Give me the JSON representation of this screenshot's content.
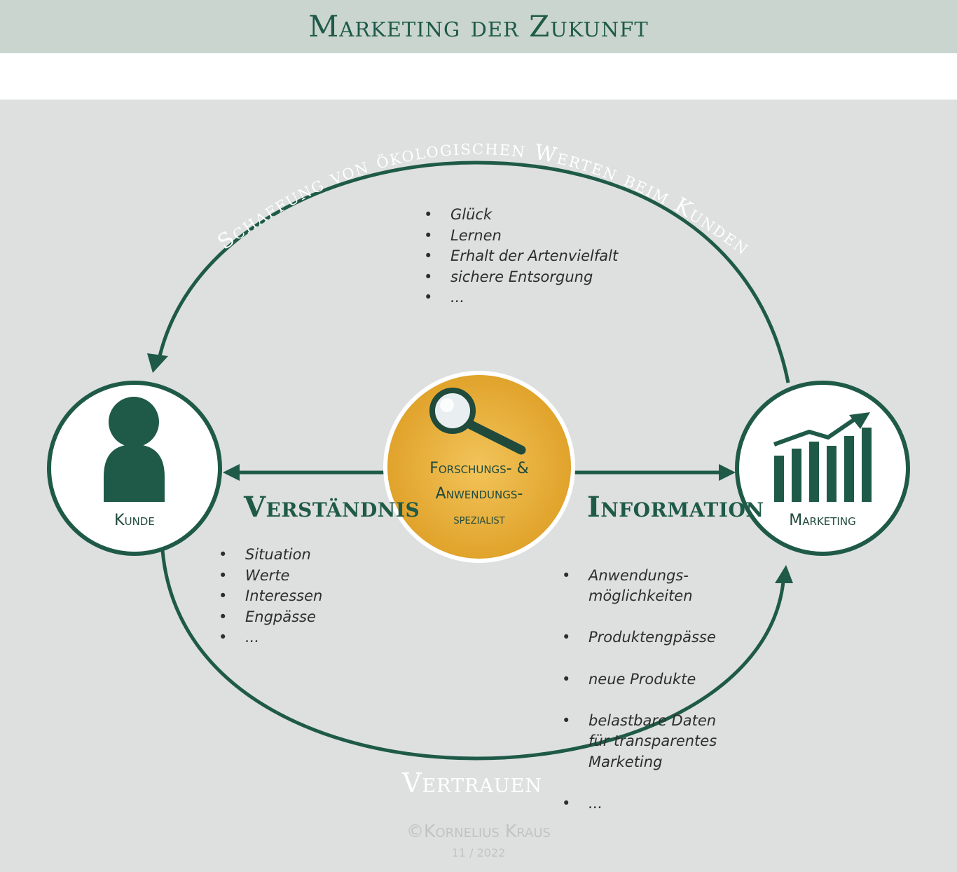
{
  "header": {
    "title": "Marketing der Zukunft"
  },
  "cycle": {
    "top_arc_label": "Schaffung von ökologischen Werten beim Kunden",
    "bottom_arc_label": "Vertrauen"
  },
  "values_list": [
    "Glück",
    "Lernen",
    "Erhalt der Artenvielfalt",
    "sichere Entsorgung",
    "..."
  ],
  "customer": {
    "label": "Kunde",
    "icon": "person-icon"
  },
  "specialist": {
    "line1": "Forschungs- &",
    "line2": "Anwendungs-",
    "line3": "spezialist",
    "icon": "magnifier-icon"
  },
  "marketing": {
    "label": "Marketing",
    "icon": "growth-chart-icon"
  },
  "understanding": {
    "heading": "Verständnis",
    "items": [
      "Situation",
      "Werte",
      "Interessen",
      "Engpässe",
      "..."
    ]
  },
  "information": {
    "heading": "Information",
    "items": [
      "Anwendungs-\nmöglichkeiten",
      "Produktengpässe",
      "neue Produkte",
      "belastbare Daten\nfür transparentes\nMarketing",
      "..."
    ]
  },
  "footer": {
    "copyright": "©Kornelius Kraus",
    "date": "11 / 2022"
  },
  "colors": {
    "green": "#1f5a48",
    "gold": "#e4aa32",
    "panel": "#dde0de",
    "header": "#cad5d0"
  }
}
